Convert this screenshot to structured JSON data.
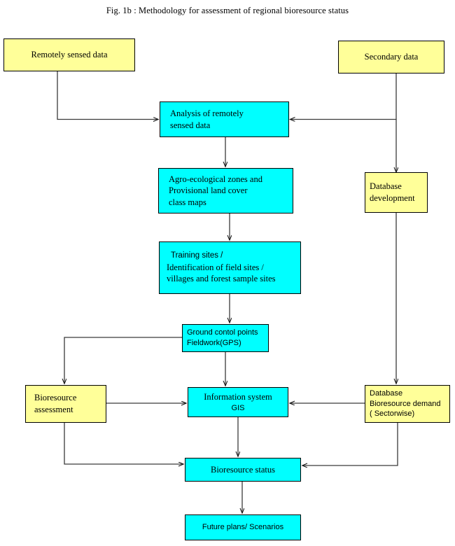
{
  "figure": {
    "title": "Fig. 1b : Methodology for assessment of regional bioresource status",
    "type": "flowchart",
    "colors": {
      "input_box_fill": "#FFFF99",
      "process_box_fill": "#00FFFF",
      "border": "#000000",
      "connector": "#000000",
      "background": "#FFFFFF"
    }
  },
  "nodes": {
    "remotely_sensed_data": {
      "label": "Remotely sensed data"
    },
    "secondary_data": {
      "label": "Secondary data"
    },
    "analysis": {
      "line1": "Analysis of remotely",
      "line2": "sensed data"
    },
    "agro_zones": {
      "line1": "Agro-ecological zones and",
      "line2": "Provisional land cover",
      "line3": "class maps"
    },
    "database_development": {
      "line1": "Database",
      "line2": "development"
    },
    "training_sites": {
      "line1": "Training sites /",
      "line2": "Identification of field sites /",
      "line3": "villages and forest sample sites"
    },
    "ground_control": {
      "line1": "Ground contol points",
      "line2": "Fieldwork(GPS)"
    },
    "bioresource_assessment": {
      "line1": "Bioresource",
      "line2": "assessment"
    },
    "information_system": {
      "line1": "Information system",
      "line2": "GIS"
    },
    "database_demand": {
      "line1": "Database",
      "line2": "Bioresource demand",
      "line3": "( Sectorwise)"
    },
    "bioresource_status": {
      "label": "Bioresource status"
    },
    "future_plans": {
      "label": "Future plans/ Scenarios"
    }
  },
  "edges": [
    {
      "from": "remotely_sensed_data",
      "to": "analysis"
    },
    {
      "from": "secondary_data",
      "to": "analysis"
    },
    {
      "from": "secondary_data",
      "to": "database_development"
    },
    {
      "from": "analysis",
      "to": "agro_zones"
    },
    {
      "from": "agro_zones",
      "to": "training_sites"
    },
    {
      "from": "training_sites",
      "to": "ground_control"
    },
    {
      "from": "ground_control",
      "to": "information_system"
    },
    {
      "from": "ground_control",
      "to": "bioresource_assessment"
    },
    {
      "from": "bioresource_assessment",
      "to": "information_system"
    },
    {
      "from": "bioresource_assessment",
      "to": "bioresource_status"
    },
    {
      "from": "database_development",
      "to": "database_demand"
    },
    {
      "from": "database_demand",
      "to": "information_system"
    },
    {
      "from": "database_demand",
      "to": "bioresource_status"
    },
    {
      "from": "information_system",
      "to": "bioresource_status"
    },
    {
      "from": "bioresource_status",
      "to": "future_plans"
    }
  ]
}
